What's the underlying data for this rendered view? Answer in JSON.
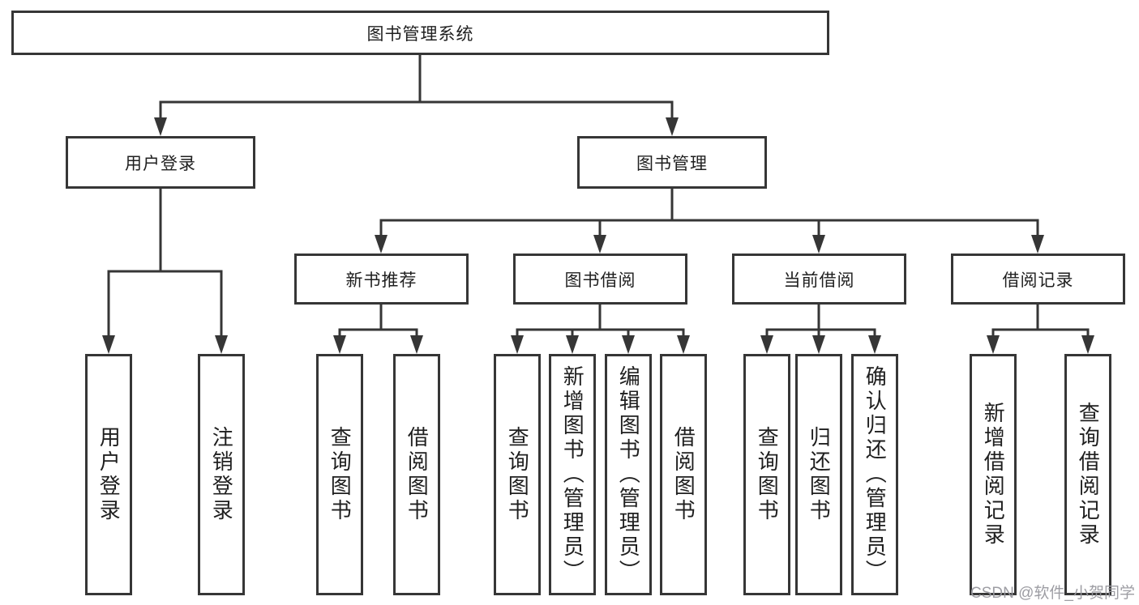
{
  "tree": {
    "label": "图书管理系统",
    "children": [
      {
        "label": "用户登录",
        "children": [
          {
            "label": "用户登录"
          },
          {
            "label": "注销登录"
          }
        ]
      },
      {
        "label": "图书管理",
        "children": [
          {
            "label": "新书推荐",
            "children": [
              {
                "label": "查询图书"
              },
              {
                "label": "借阅图书"
              }
            ]
          },
          {
            "label": "图书借阅",
            "children": [
              {
                "label": "查询图书"
              },
              {
                "label": "新增图书（管理员）"
              },
              {
                "label": "编辑图书（管理员）"
              },
              {
                "label": "借阅图书"
              }
            ]
          },
          {
            "label": "当前借阅",
            "children": [
              {
                "label": "查询图书"
              },
              {
                "label": "归还图书"
              },
              {
                "label": "确认归还（管理员）"
              }
            ]
          },
          {
            "label": "借阅记录",
            "children": [
              {
                "label": "新增借阅记录"
              },
              {
                "label": "查询借阅记录"
              }
            ]
          }
        ]
      }
    ]
  },
  "watermark": {
    "text": "CSDN @软件_小贺同学"
  },
  "colors": {
    "line": "#363636",
    "box_border": "#363636",
    "text": "#1f1f1f",
    "watermark": "#98989e",
    "background": "#ffffff"
  }
}
